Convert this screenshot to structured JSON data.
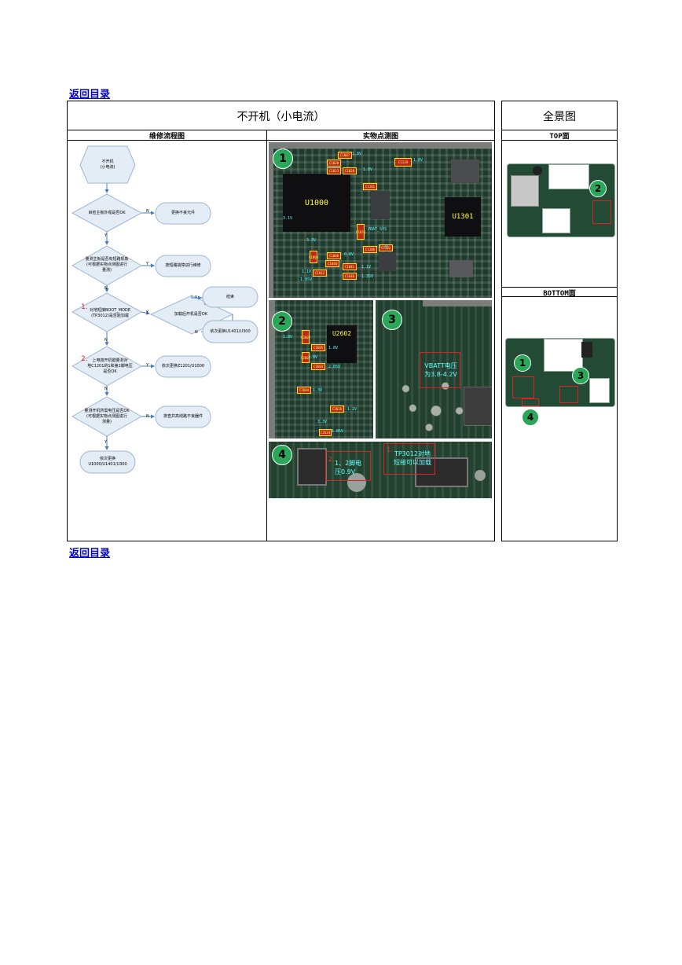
{
  "links": {
    "back_top": "返回目录",
    "back_bottom": "返回目录"
  },
  "table": {
    "main_title": "不开机（小电流）",
    "flow_header": "维修流程图",
    "photo_header": "实物点测图",
    "overview_title": "全景图",
    "top_label": "TOP面",
    "bottom_label": "BOTTOM面"
  },
  "flow": {
    "start": "不开机\n(小电流)",
    "d1": "目检主板外观是否OK",
    "a1": "更换不良元件",
    "d2": "量测主板是否有短路现象\n(可根据实物点测图进行\n量测)",
    "a2": "按短路故障进行维修",
    "d3_num": "1.",
    "d3": "对地短接BOOT_MODE\n(TP3012)是否能加载",
    "d3b": "加载后开机是否OK",
    "end1": "结束",
    "a3": "依次更换U1401/U300",
    "d4_num": "2.",
    "d4": "上电按开机键量测对\n地C1201的1和第2脚电压\n是否OK",
    "a4": "依次更换Z1201/U1000",
    "d5": "量测开机所需电压是否OK\n(可根据实物点测图进行\n测量)",
    "a5": "排查并高线路不良器件",
    "final": "依次更换\nU1000/U1401/U300",
    "yes": "Y",
    "no": "N"
  },
  "photos": {
    "badge1": "1",
    "badge2": "2",
    "badge3": "3",
    "badge4": "4",
    "chip_u1000": "U1000",
    "chip_u1301": "U1301",
    "chip_u2602": "U2602",
    "caps1": [
      "C1007",
      "C1020",
      "C1023",
      "C1028",
      "C1119",
      "C1101",
      "C1031",
      "C1003",
      "C1008",
      "C1012",
      "C1041",
      "C1046",
      "C1048",
      "C1106",
      "C1102"
    ],
    "volts1": [
      "1.8V",
      "1.8V",
      "1.8V",
      "3.1V",
      "1.1V",
      "1.35V",
      "0.8V",
      "1.2V",
      "3.3V",
      "1.1V",
      "1.95V"
    ],
    "vbat_sys": "VBAT_SYS",
    "caps2": [
      "C2602",
      "C2605",
      "C2607",
      "C2603",
      "C2604",
      "C2616",
      "C2623"
    ],
    "volts2": [
      "1.8V",
      "1.8V",
      "1.8V",
      "2.85V",
      "1.3V",
      "1.2V",
      "1.85V",
      "3.3V"
    ],
    "note3": "VBATT电压\n为3.8-4.2V",
    "note4a_num": "2.",
    "note4a": "1、2脚电\n压0.9V",
    "note4b_num": "1.",
    "note4b": "TP3012对地\n短接可以加载"
  },
  "colors": {
    "link": "#0000cc",
    "pcb": "#1d3a2c",
    "badge": "#2aa85a",
    "highlight": "#e02020",
    "flow_fill": "#e4ecf6"
  }
}
